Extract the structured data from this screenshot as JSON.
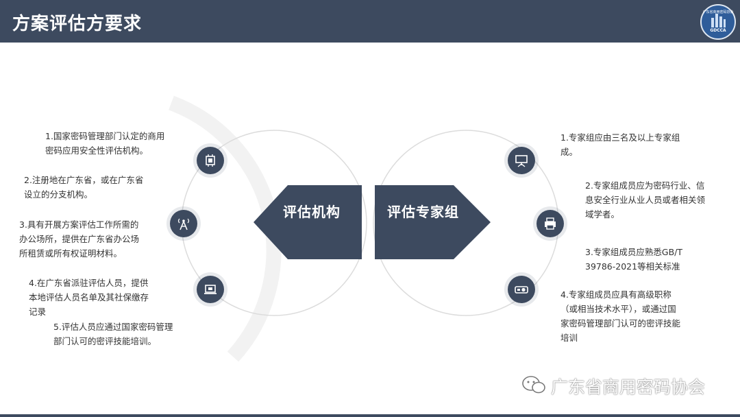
{
  "header": {
    "title": "方案评估方要求"
  },
  "logo": {
    "text": "GDCCA",
    "top_text": "广东省商用密码协会"
  },
  "center": {
    "left_label": "评估机构",
    "right_label": "评估专家组"
  },
  "left_items": [
    [
      "1.国家密码管理部门认定的商用",
      "密码应用安全性评估机构。"
    ],
    [
      "2.注册地在广东省，或在广东省",
      "设立的分支机构。"
    ],
    [
      "3.具有开展方案评估工作所需的",
      "办公场所，提供在广东省办公场",
      "所租赁或所有权证明材料。"
    ],
    [
      "4.在广东省派驻评估人员，提供",
      "本地评估人员名单及其社保缴存",
      "记录"
    ],
    [
      "5.评估人员应通过国家密码管理",
      "部门认可的密评技能培训。"
    ]
  ],
  "right_items": [
    [
      "1.专家组应由三名及以上专家组",
      "成。"
    ],
    [
      "2.专家组成员应为密码行业、信",
      "息安全行业从业人员或者相关领",
      "域学者。"
    ],
    [
      "3.专家组成员应熟悉GB/T",
      "39786-2021等相关标准"
    ],
    [
      "4.专家组成员应具有高级职称",
      "（或相当技术水平），或通过国",
      "家密码管理部门认可的密评技能",
      "培训"
    ]
  ],
  "icons": {
    "left": [
      "chip-icon",
      "signal-tower-icon",
      "laptop-icon"
    ],
    "right": [
      "presentation-board-icon",
      "printer-icon",
      "projector-icon"
    ]
  },
  "watermark": {
    "text": "广东省商用密码协会"
  },
  "colors": {
    "primary": "#3d4a5f",
    "text": "#333333",
    "circle": "#dcdcdc"
  }
}
